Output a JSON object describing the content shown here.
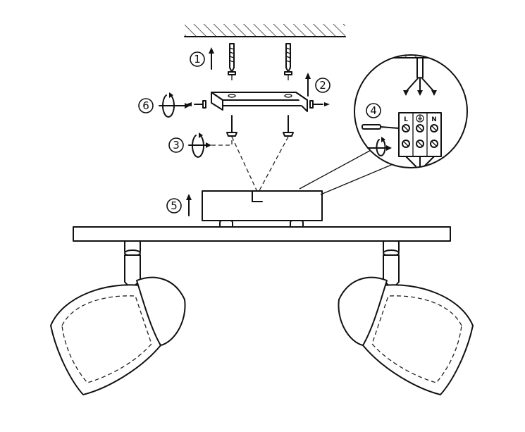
{
  "steps": [
    {
      "label": "1"
    },
    {
      "label": "2"
    },
    {
      "label": "3"
    },
    {
      "label": "4"
    },
    {
      "label": "5"
    },
    {
      "label": "6"
    }
  ],
  "terminal": {
    "live": "L",
    "neutral": "N",
    "earth_icon": "earth-ground-symbol"
  },
  "icons": [
    "wall-plug-icon",
    "screw-icon",
    "rotate-arrow-icon",
    "up-arrow-icon",
    "screwdriver-icon",
    "spotlight-icon"
  ]
}
